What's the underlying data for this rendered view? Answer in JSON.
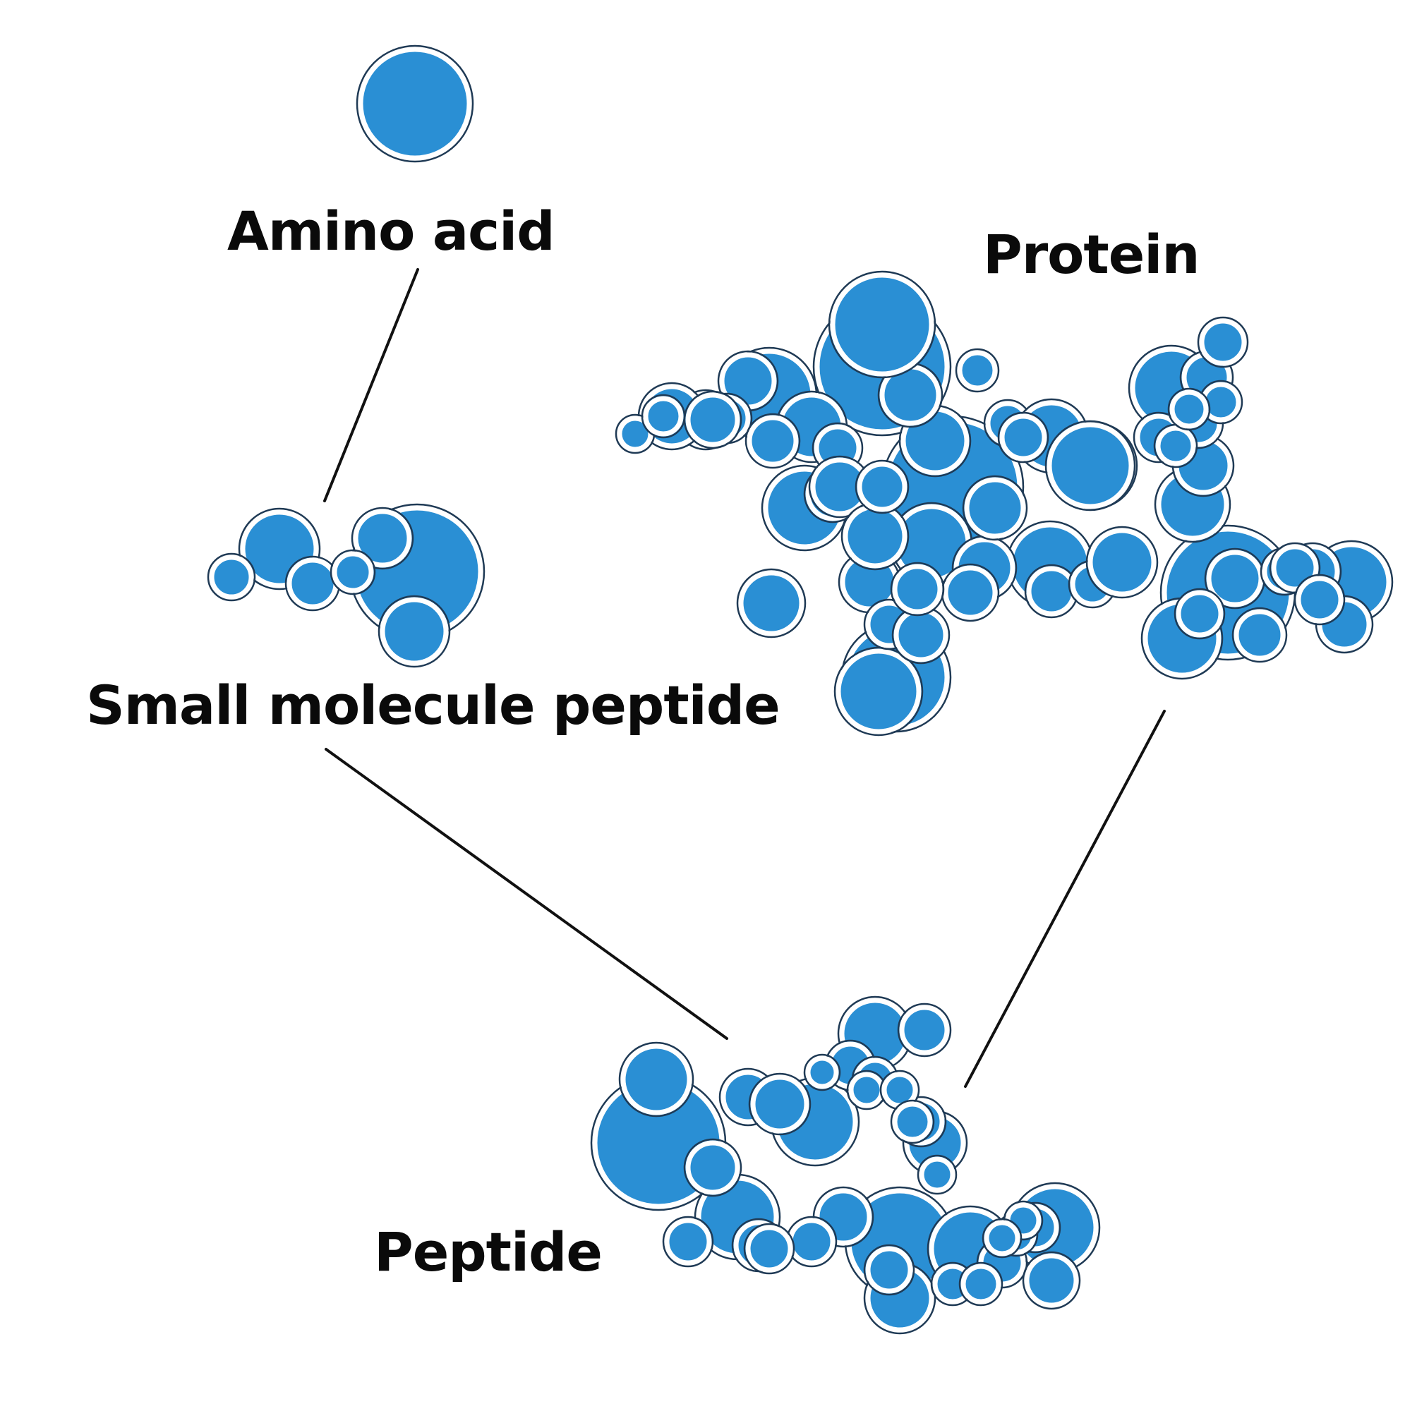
{
  "labels": {
    "amino_acid": "Amino acid",
    "protein": "Protein",
    "small_molecule_peptide": "Small molecule peptide",
    "peptide": "Peptide"
  },
  "colors": {
    "bead_fill": "#2a8fd4",
    "bead_outline": "#1f3a55",
    "connector": "#111111",
    "background": "#ffffff"
  }
}
